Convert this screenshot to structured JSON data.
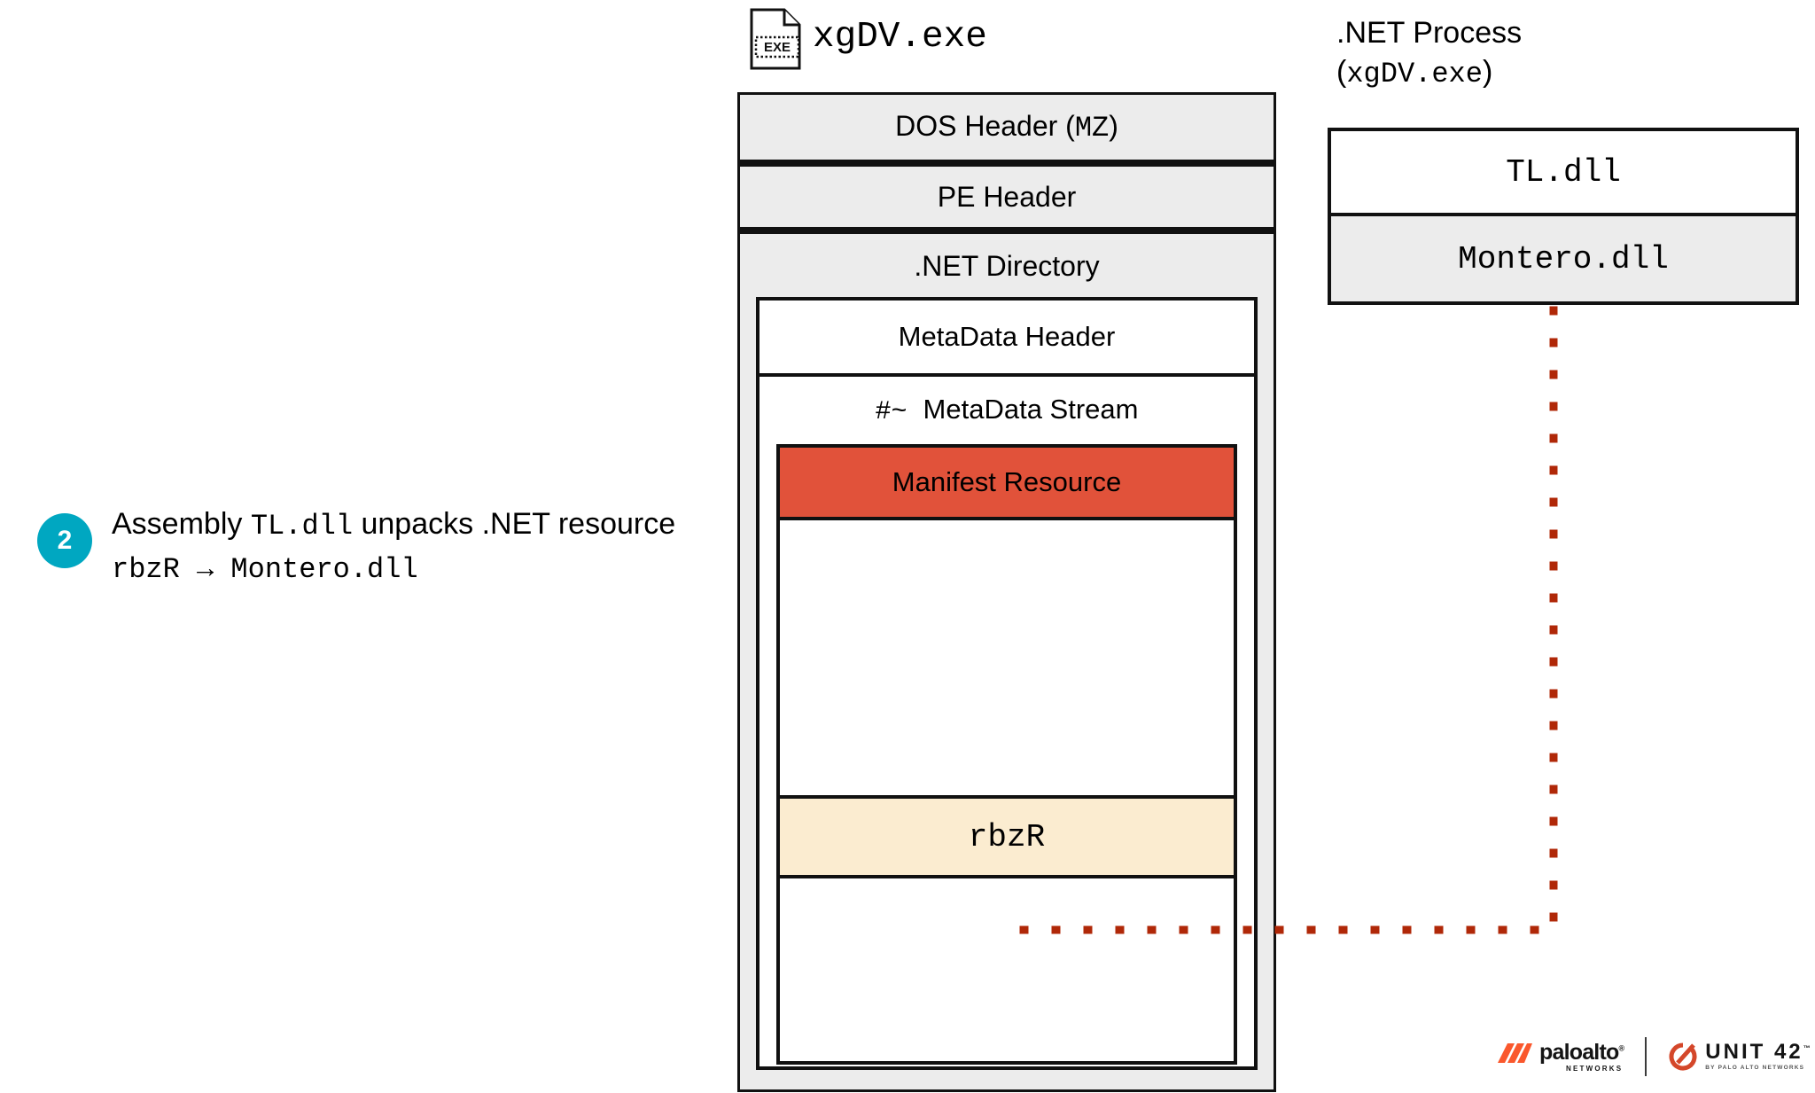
{
  "file_label": {
    "icon": "exe-file-icon",
    "icon_badge": "EXE",
    "filename": "xgDV.exe"
  },
  "pe_structure": {
    "rows": [
      {
        "label": "DOS Header (",
        "label_mono": "MZ",
        "label_tail": ")"
      },
      {
        "label": "PE Header"
      },
      {
        "label": ".NET Directory"
      }
    ],
    "dos_header_label": "DOS Header (",
    "dos_header_mono": "MZ",
    "dos_header_tail": ")",
    "pe_header_label": "PE Header",
    "net_directory_label": ".NET Directory",
    "metadata_header_label": "MetaData Header",
    "metadata_stream_hash": "#~",
    "metadata_stream_label": "MetaData Stream",
    "manifest_resource_label": "Manifest Resource",
    "resource_name": "rbzR"
  },
  "process_panel": {
    "title_line1": ".NET Process",
    "title_paren_open": "(",
    "title_process_name": "xgDV.exe",
    "title_paren_close": ")",
    "modules": [
      {
        "name": "TL.dll",
        "highlighted": false
      },
      {
        "name": "Montero.dll",
        "highlighted": true
      }
    ],
    "module_tl": "TL.dll",
    "module_montero": "Montero.dll"
  },
  "annotation": {
    "step_number": "2",
    "text_part1": "Assembly ",
    "mono1": "TL.dll",
    "text_part2": " unpacks .NET resource ",
    "mono2": "rbzR",
    "arrow": " → ",
    "mono3": "Montero.dll"
  },
  "footer": {
    "paloalto_name": "paloalto",
    "paloalto_registered": "®",
    "paloalto_sub": "NETWORKS",
    "unit42_name": "UNIT 42",
    "unit42_trademark": "™",
    "unit42_sub": "BY PALO ALTO NETWORKS"
  },
  "colors": {
    "manifest_resource": "#e1523a",
    "resource_row": "#fbecd0",
    "panel_gray": "#ececec",
    "step_badge": "#00a7c1",
    "connector_red": "#b02808",
    "brand_orange": "#fa582d"
  }
}
